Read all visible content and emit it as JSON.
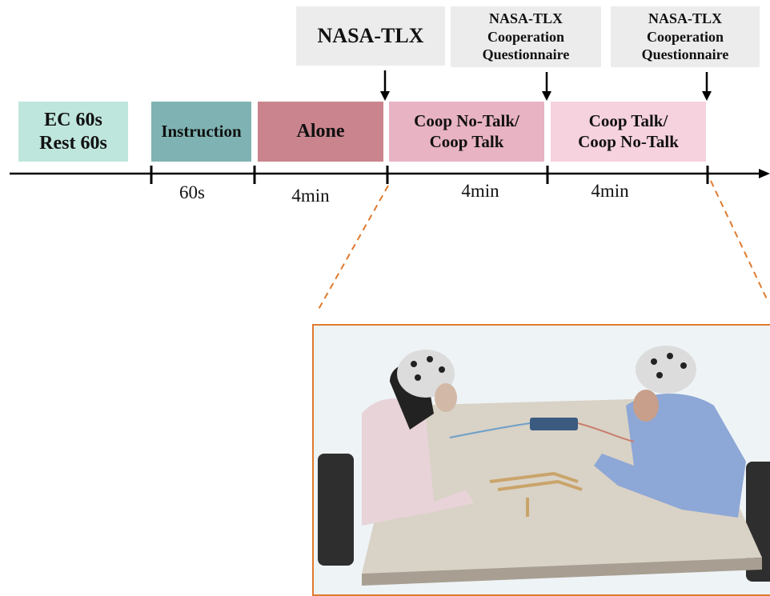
{
  "phases": [
    {
      "label": "EC 60s\nRest 60s",
      "color": "#bfe6dd"
    },
    {
      "label": "Instruction",
      "color": "#7fb3b3"
    },
    {
      "label": "Alone",
      "color": "#c9848d"
    },
    {
      "label": "Coop No-Talk/\nCoop Talk",
      "color": "#e8b3c3"
    },
    {
      "label": "Coop Talk/\nCoop No-Talk",
      "color": "#f6d2de"
    }
  ],
  "questionnaires": [
    {
      "label": "NASA-TLX"
    },
    {
      "label": "NASA-TLX\nCooperation\nQuestionnaire"
    },
    {
      "label": "NASA-TLX\nCooperation\nQuestionnaire"
    }
  ],
  "durations": [
    "60s",
    "4min",
    "4min",
    "4min"
  ],
  "colors": {
    "accent_dashed": "#e07a2e",
    "questionnaire_bg": "#ececec",
    "axis": "#000000"
  }
}
